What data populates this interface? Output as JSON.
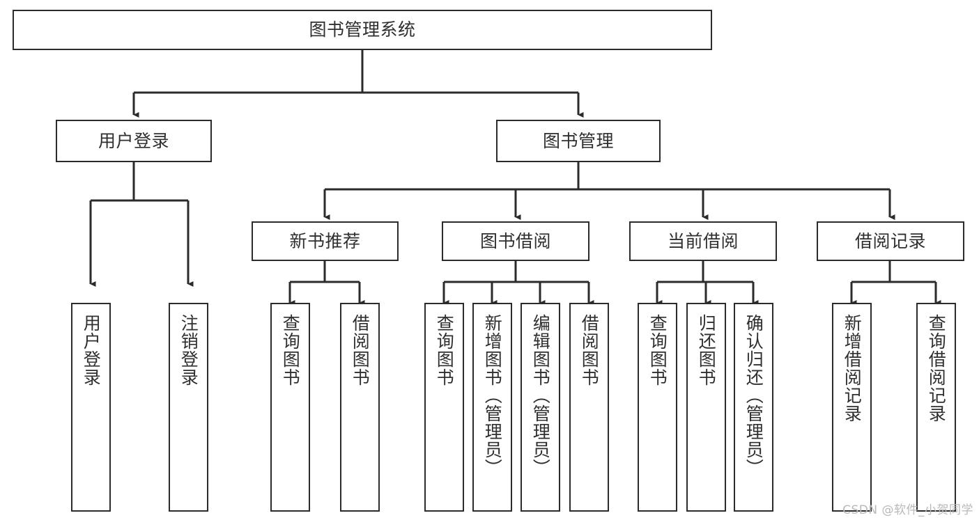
{
  "diagram": {
    "title": "图书管理系统",
    "type": "tree-hierarchy-chart",
    "colors": {
      "box_border": "#2b2b2b",
      "box_fill": "#ffffff",
      "text": "#2f2f2f",
      "edge": "#2b2b2b",
      "watermark": "#b9b9b9",
      "background": "#ffffff"
    },
    "root": {
      "label": "图书管理系统"
    },
    "level2": [
      {
        "id": "user-login",
        "label": "用户登录"
      },
      {
        "id": "book-manage",
        "label": "图书管理"
      }
    ],
    "level3": [
      {
        "id": "new-book-recommend",
        "label": "新书推荐"
      },
      {
        "id": "book-borrow",
        "label": "图书借阅"
      },
      {
        "id": "current-borrow",
        "label": "当前借阅"
      },
      {
        "id": "borrow-record",
        "label": "借阅记录"
      }
    ],
    "leaves": {
      "user_login": [
        {
          "id": "leaf-user-login",
          "label": "用户登录"
        },
        {
          "id": "leaf-logout-login",
          "label": "注销登录"
        }
      ],
      "new_book_recommend": [
        {
          "id": "leaf-query-book-1",
          "label": "查询图书"
        },
        {
          "id": "leaf-borrow-book-1",
          "label": "借阅图书"
        }
      ],
      "book_borrow": [
        {
          "id": "leaf-query-book-2",
          "label": "查询图书"
        },
        {
          "id": "leaf-add-book",
          "label": "新增图书（管理员）"
        },
        {
          "id": "leaf-edit-book",
          "label": "编辑图书（管理员）"
        },
        {
          "id": "leaf-borrow-book-2",
          "label": "借阅图书"
        }
      ],
      "current_borrow": [
        {
          "id": "leaf-query-book-3",
          "label": "查询图书"
        },
        {
          "id": "leaf-return-book",
          "label": "归还图书"
        },
        {
          "id": "leaf-confirm-return",
          "label": "确认归还（管理员）"
        }
      ],
      "borrow_record": [
        {
          "id": "leaf-add-record",
          "label": "新增借阅记录"
        },
        {
          "id": "leaf-query-record",
          "label": "查询借阅记录"
        }
      ]
    },
    "watermark": "CSDN @软件_小贺同学"
  }
}
